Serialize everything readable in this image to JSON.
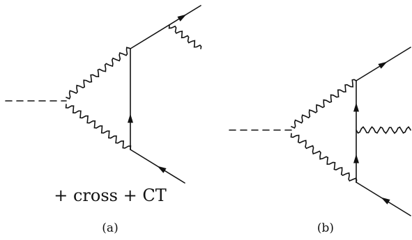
{
  "diagrams": [
    {
      "caption": "(a)",
      "note": "+ cross + CT"
    },
    {
      "caption": "(b)"
    }
  ]
}
